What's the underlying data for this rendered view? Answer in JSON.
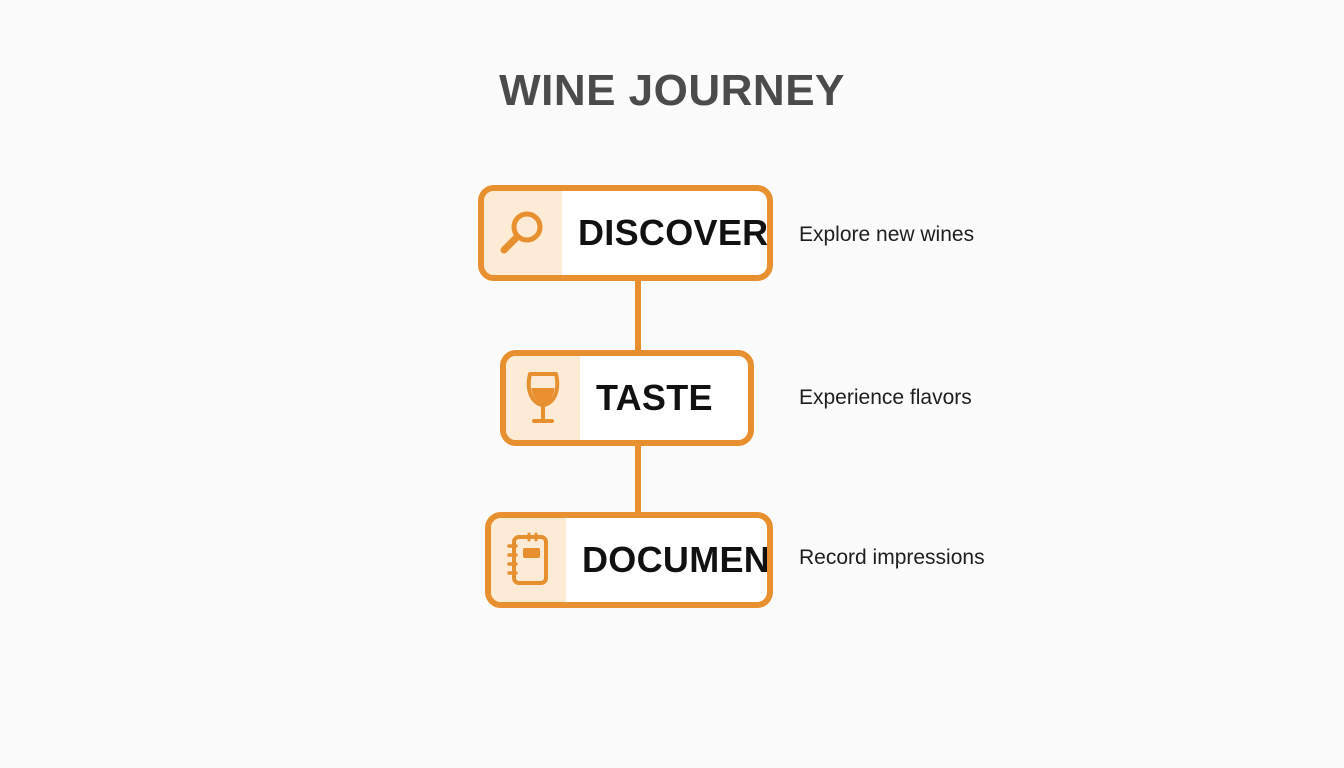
{
  "title": "WINE JOURNEY",
  "accent_color": "#e8902f",
  "icon_panel_color": "#fdebd6",
  "steps": [
    {
      "label": "DISCOVER",
      "description": "Explore new wines",
      "icon": "magnifying-glass-icon"
    },
    {
      "label": "TASTE",
      "description": "Experience flavors",
      "icon": "wine-glass-icon"
    },
    {
      "label": "DOCUMENT",
      "description": "Record impressions",
      "icon": "notebook-icon"
    }
  ]
}
